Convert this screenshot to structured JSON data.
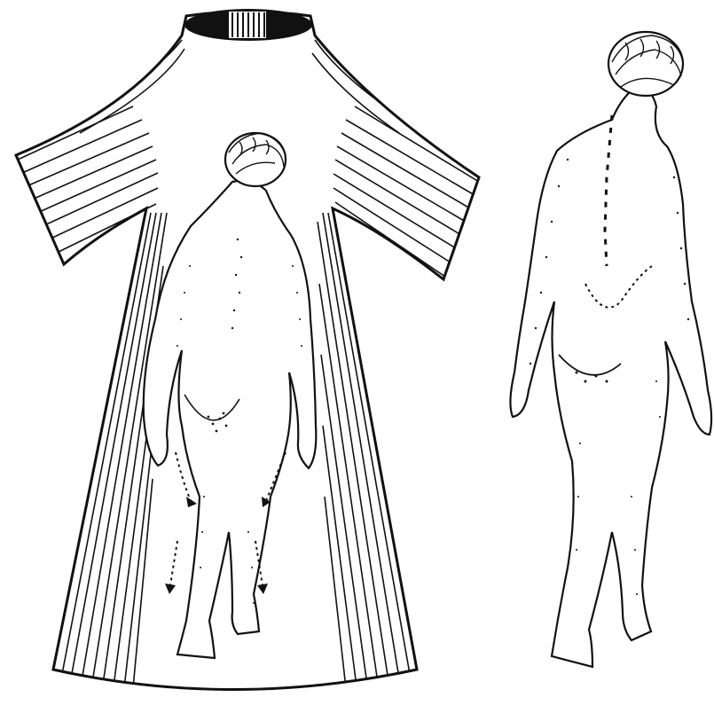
{
  "figure": {
    "palette": {
      "ink": "#111111",
      "paper": "#ffffff"
    },
    "panels": [
      {
        "name": "figure-in-gown",
        "icon": "gown-silhouette-icon"
      },
      {
        "name": "standing-figure",
        "icon": "walking-figure-icon"
      }
    ],
    "annotations": {
      "motion_arrows": 4,
      "arrow_icon": "dotted-arrow-icon"
    }
  }
}
